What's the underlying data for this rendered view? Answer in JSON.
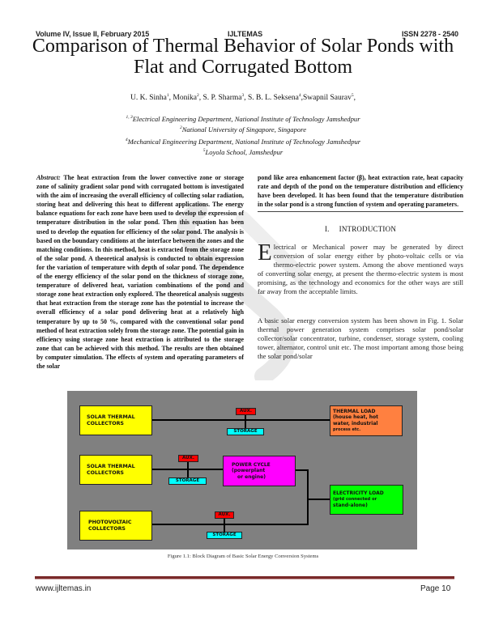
{
  "header": {
    "volume": "Volume IV, Issue II, February 2015",
    "journal": "IJLTEMAS",
    "issn": "ISSN 2278 - 2540"
  },
  "title": {
    "line1": "Comparison of Thermal Behavior of Solar Ponds with",
    "line2": "Flat and Corrugated Bottom"
  },
  "authors": [
    {
      "name": "U. K. Sinha",
      "sup": "1"
    },
    {
      "name": "Monika",
      "sup": "2"
    },
    {
      "name": "S. P. Sharma",
      "sup": "3"
    },
    {
      "name": "S. B. L. Seksena",
      "sup": "4"
    },
    {
      "name": "Swapnil Saurav",
      "sup": "5"
    }
  ],
  "affiliations": [
    {
      "sup": "1, 3",
      "text": "Electrical Engineering Department, National Institute of Technology Jamshedpur"
    },
    {
      "sup": "2",
      "text": "National University of Singapore, Singapore"
    },
    {
      "sup": "4",
      "text": "Mechanical Engineering Department, National Institute of Technology Jamshedpur"
    },
    {
      "sup": "5",
      "text": "Loyola School, Jamshedpur"
    }
  ],
  "abstract": {
    "label": "Abstract:",
    "left_text": "The heat extraction from the lower convective zone or storage zone of salinity gradient solar pond with corrugated bottom is investigated with the aim of increasing the overall efficiency of collecting solar radiation, storing heat and delivering this heat to different applications. The energy balance equations for each zone have been used to develop the expression of temperature distribution in the solar pond. Then this equation has been used to develop the equation for efficiency of the solar pond. The analysis is based on the boundary conditions at the interface between the zones and the matching conditions. In this method, heat is extracted from the storage zone of the solar pond. A theoretical analysis is conducted to obtain expression for the variation of temperature with depth of solar pond. The dependence of the energy efficiency of the solar pond on the thickness of storage zone, temperature of delivered heat, variation combinations of the pond and storage zone heat extraction only explored. The theoretical analysis suggests that heat extraction from the storage zone has the potential to increase the overall efficiency of a solar pond delivering heat at a relatively high temperature by up to 50 %, compared with the conventional solar pond method of heat extraction solely from the storage zone. The potential gain in efficiency using storage zone heat extraction is attributed to the storage zone that can be achieved with this method. The results are then obtained by computer simulation. The effects of system and operating parameters of the solar",
    "right_text": "pond like area enhancement factor (β), heat extraction rate, heat capacity rate and depth of the pond on the temperature distribution and efficiency have been developed. It has been found that the temperature distribution in the solar pond is a strong function of system and operating parameters."
  },
  "introduction": {
    "number": "I.",
    "heading": "INTRODUCTION",
    "dropcap": "E",
    "para1": "lectrical or Mechanical power may be generated by direct conversion of solar energy either by photo-voltaic cells or via thermo-electric power system. Among the above mentioned ways of converting solar energy, at present the thermo-electric system is most promising, as the technology and economics for the other ways are still far away from the acceptable limits.",
    "para2": "A basic solar energy conversion system has been shown in Fig. 1. Solar thermal power generation system comprises solar pond/solar collector/solar concentrator, turbine, condenser, storage system, cooling tower, alternator, control unit etc. The most important among those being the solar pond/solar"
  },
  "figure": {
    "caption": "Figure 1.1: Block Diagram of Basic Solar Energy Conversion Systems",
    "background": "#808080",
    "colors": {
      "collector": "#ffff00",
      "aux": "#ff0000",
      "storage": "#00ffff",
      "thermal_load": "#ff8040",
      "power_cycle": "#ff00ff",
      "electricity_load": "#00ff00"
    },
    "row1": {
      "source_line1": "SOLAR THERMAL",
      "source_line2": "COLLECTORS",
      "aux": "AUX.",
      "storage": "STORAGE",
      "load_line1": "THERMAL LOAD",
      "load_line2": "(house heat, hot",
      "load_line3": "water, industrial",
      "load_line4": "process etc."
    },
    "row2": {
      "source_line1": "SOLAR THERMAL",
      "source_line2": "COLLECTORS",
      "aux": "AUX.",
      "storage": "STORAGE",
      "cycle_line1": "POWER CYCLE",
      "cycle_line2": "(powerplant",
      "cycle_line3": "or engine)"
    },
    "row3": {
      "source_line1": "PHOTOVOLTAIC",
      "source_line2": "COLLECTORS",
      "aux": "AUX.",
      "storage": "STORAGE"
    },
    "electricity_load": {
      "line1": "ELECTRICITY LOAD",
      "line2": "(grid connected or",
      "line3": "stand-alone)"
    }
  },
  "footer": {
    "website": "www.ijltemas.in",
    "page": "Page 10"
  }
}
